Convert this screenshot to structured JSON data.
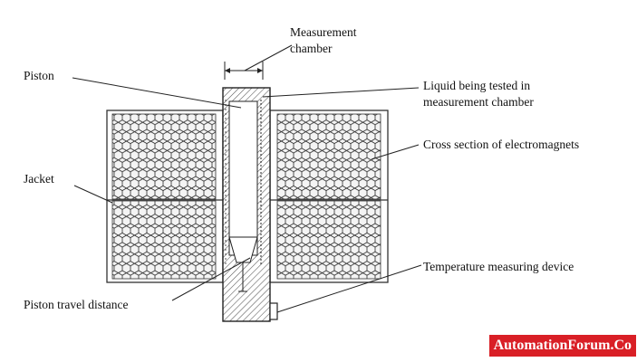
{
  "labels": {
    "measurement_chamber_line1": "Measurement",
    "measurement_chamber_line2": "chamber",
    "piston": "Piston",
    "liquid_line1": "Liquid being tested in",
    "liquid_line2": "measurement chamber",
    "electromagnets": "Cross section of electromagnets",
    "jacket": "Jacket",
    "temperature_device": "Temperature measuring device",
    "piston_travel": "Piston travel distance"
  },
  "watermark": {
    "text": "AutomationForum.Co",
    "background": "#d91f26",
    "color": "#ffffff"
  },
  "colors": {
    "line": "#333333",
    "hex_fill": "#f2f2f2",
    "hatch": "#555555"
  }
}
